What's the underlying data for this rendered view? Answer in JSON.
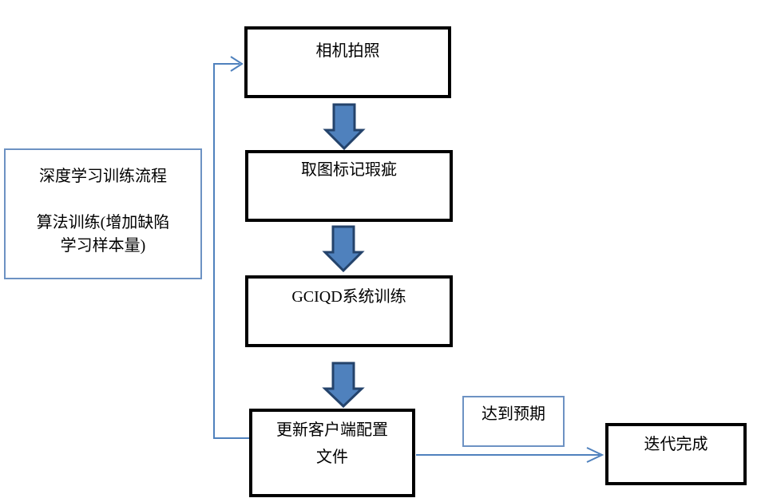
{
  "colors": {
    "accent_blue": "#4f81bd",
    "block_arrow_fill": "#4f81bd",
    "block_arrow_border": "#24436b",
    "black_box_border": "#000000",
    "blue_box_border": "#6d92c3",
    "background": "#ffffff",
    "text": "#000000"
  },
  "flowchart": {
    "note": {
      "lines": [
        "深度学习训练流程",
        "",
        "算法训练(增加缺陷",
        "学习样本量)"
      ]
    },
    "nodes": {
      "camera": {
        "label": "相机拍照"
      },
      "mark": {
        "label": "取图标记瑕疵"
      },
      "train": {
        "label": "GCIQD系统训练"
      },
      "update": {
        "line1": "更新客户端配置",
        "line2": "文件"
      },
      "done": {
        "label": "迭代完成"
      }
    },
    "edge_labels": {
      "expected": "达到预期"
    }
  }
}
